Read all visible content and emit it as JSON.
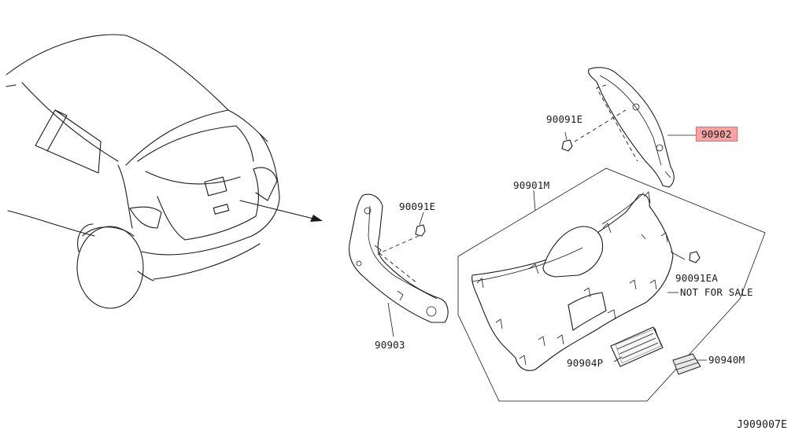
{
  "labels": {
    "p90902": "90902",
    "p90091E_top": "90091E",
    "p90901M": "90901M",
    "p90091E_left": "90091E",
    "p90091EA": "90091EA",
    "not_for_sale": "NOT FOR SALE",
    "p90903": "90903",
    "p90904P": "90904P",
    "p90940M": "90940M",
    "diagram_code": "J909007E"
  },
  "colors": {
    "highlight": "#f7a3a3",
    "line": "#1a1a1a"
  }
}
